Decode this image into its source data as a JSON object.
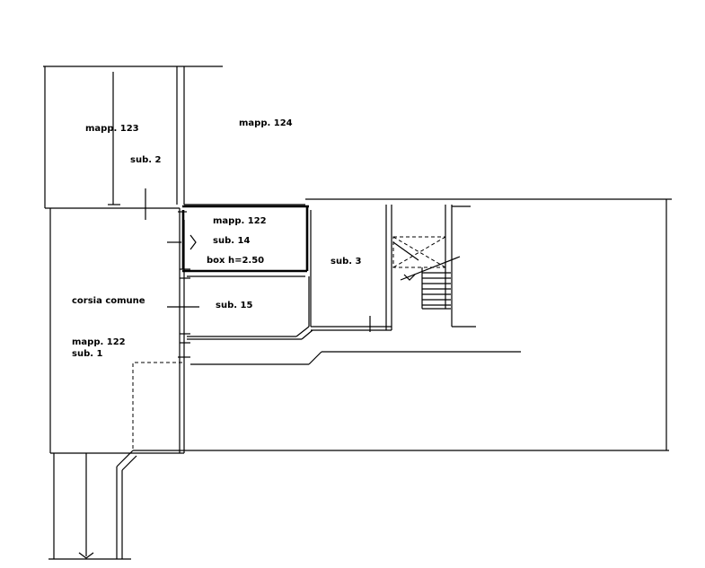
{
  "labels": {
    "mapp_123": "mapp. 123",
    "sub_2": "sub. 2",
    "mapp_124": "mapp. 124",
    "mapp_122_top": "mapp. 122",
    "sub_14": "sub. 14",
    "box_height": "box  h=2.50",
    "sub_3": "sub. 3",
    "corsia_comune": "corsia comune",
    "sub_15": "sub. 15",
    "mapp_122_bottom": "mapp. 122",
    "sub_1": "sub. 1"
  }
}
